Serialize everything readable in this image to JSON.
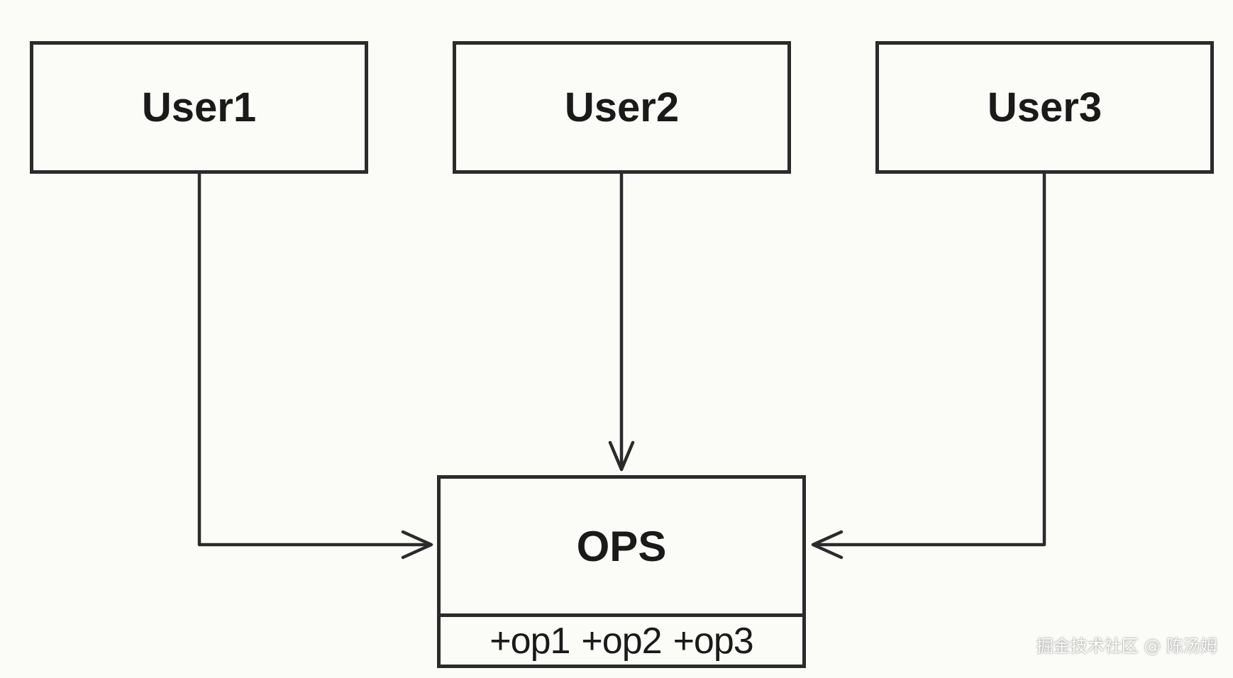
{
  "users": [
    {
      "label": "User1"
    },
    {
      "label": "User2"
    },
    {
      "label": "User3"
    }
  ],
  "ops_class": {
    "name": "OPS",
    "operations": [
      "+op1",
      "+op2",
      "+op3"
    ]
  },
  "watermark": "掘金技术社区 @ 陈汤姆",
  "colors": {
    "background": "#fbfbf8",
    "stroke": "#2b2b2b",
    "text": "#1a1a1a"
  }
}
